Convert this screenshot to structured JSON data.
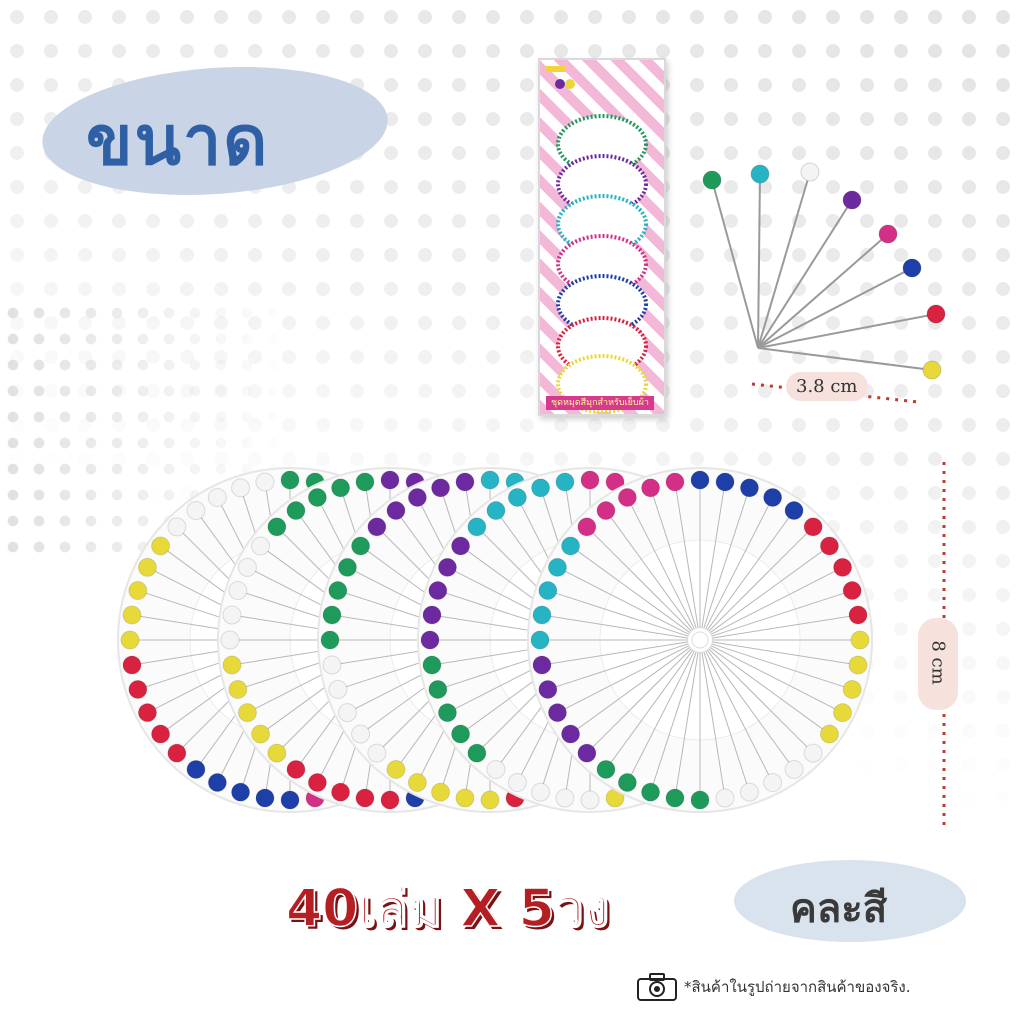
{
  "headline": "ขนาด",
  "package_label": "ชุดหมุดสีมุกสำหรับเย็บผ้า",
  "measure_pin": "3.8 cm",
  "measure_wheel": "8 cm",
  "quantity": "40เล่ม X 5วง",
  "mix_label": "คละสี",
  "note": "*สินค้าในรูปถ่ายจากสินค้าของจริง.",
  "icons": {
    "camera": "camera-icon"
  },
  "colors": {
    "headline": "#2f5fa5",
    "quantity": "#b51e22",
    "measure_line": "#c0392b",
    "pin_heads": [
      "#1e9a5a",
      "#6d2aa0",
      "#26b3c4",
      "#d42f87",
      "#1f3fa8",
      "#d92140",
      "#e8d93a",
      "#f4f4f4"
    ]
  }
}
